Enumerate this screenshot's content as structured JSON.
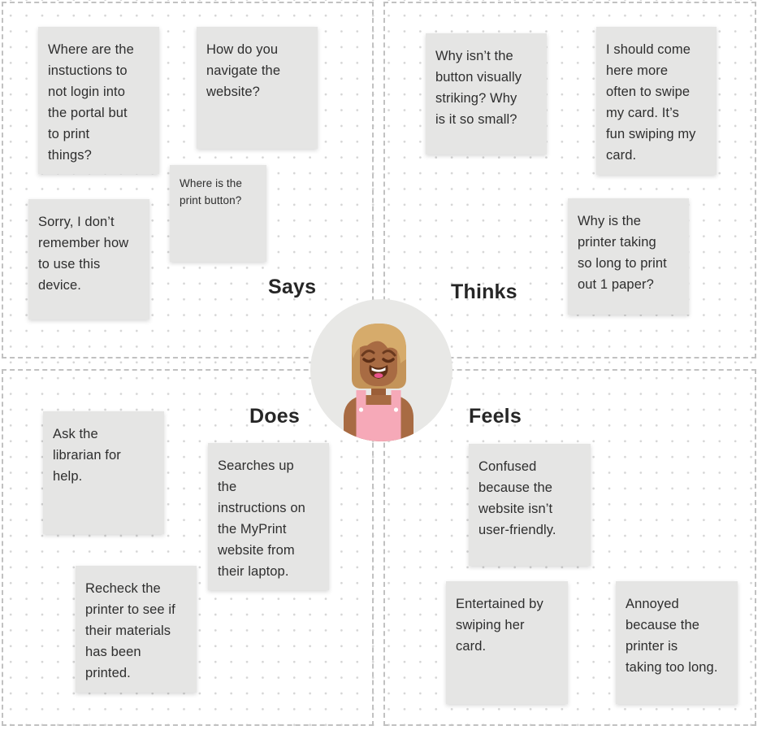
{
  "quadrants": [
    {
      "id": "says",
      "label": "Says",
      "notes": [
        {
          "text": "Where are the\ninstuctions to\nnot login into\nthe portal but\nto print\nthings?"
        },
        {
          "text": "How do you\nnavigate the\nwebsite?"
        },
        {
          "text": "Where is the\nprint button?"
        },
        {
          "text": "Sorry, I don’t\nremember how\nto use this\ndevice."
        }
      ]
    },
    {
      "id": "thinks",
      "label": "Thinks",
      "notes": [
        {
          "text": "Why isn’t the\nbutton visually\nstriking? Why\nis it so small?"
        },
        {
          "text": "I should come\nhere more\noften to swipe\nmy card. It’s\nfun swiping my\ncard."
        },
        {
          "text": "Why is the\nprinter taking\nso long to print\nout 1 paper?"
        }
      ]
    },
    {
      "id": "does",
      "label": "Does",
      "notes": [
        {
          "text": "Ask the\nlibrarian for\nhelp."
        },
        {
          "text": "Searches up\nthe\ninstructions on\nthe MyPrint\nwebsite from\ntheir laptop."
        },
        {
          "text": "Recheck the\nprinter to see if\ntheir materials\nhas been\nprinted."
        }
      ]
    },
    {
      "id": "feels",
      "label": "Feels",
      "notes": [
        {
          "text": "Confused\nbecause the\nwebsite isn’t\nuser-friendly."
        },
        {
          "text": "Entertained by\nswiping her\ncard."
        },
        {
          "text": "Annoyed\nbecause the\nprinter is\ntaking too long."
        }
      ]
    }
  ],
  "avatar": {
    "icon": "persona-woman-avatar",
    "description": "nervous smiling woman with tan bob hair and pink overalls in gray circle"
  },
  "colors": {
    "note_bg": "#e5e5e4",
    "note_text": "#2e2e2e",
    "label_text": "#262626",
    "quadrant_border": "#c1c1c1",
    "dot_grid": "#d5d5d5",
    "avatar_circle": "#e8e8e6",
    "avatar_skin": "#a86b43",
    "avatar_skin_shadow": "#9b5e38",
    "avatar_hair": "#c49459",
    "avatar_hair_highlight": "#d6ab6b",
    "avatar_features": "#5c2e16",
    "avatar_outfit_pink": "#f6a9b8",
    "avatar_tongue": "#e8548b"
  }
}
